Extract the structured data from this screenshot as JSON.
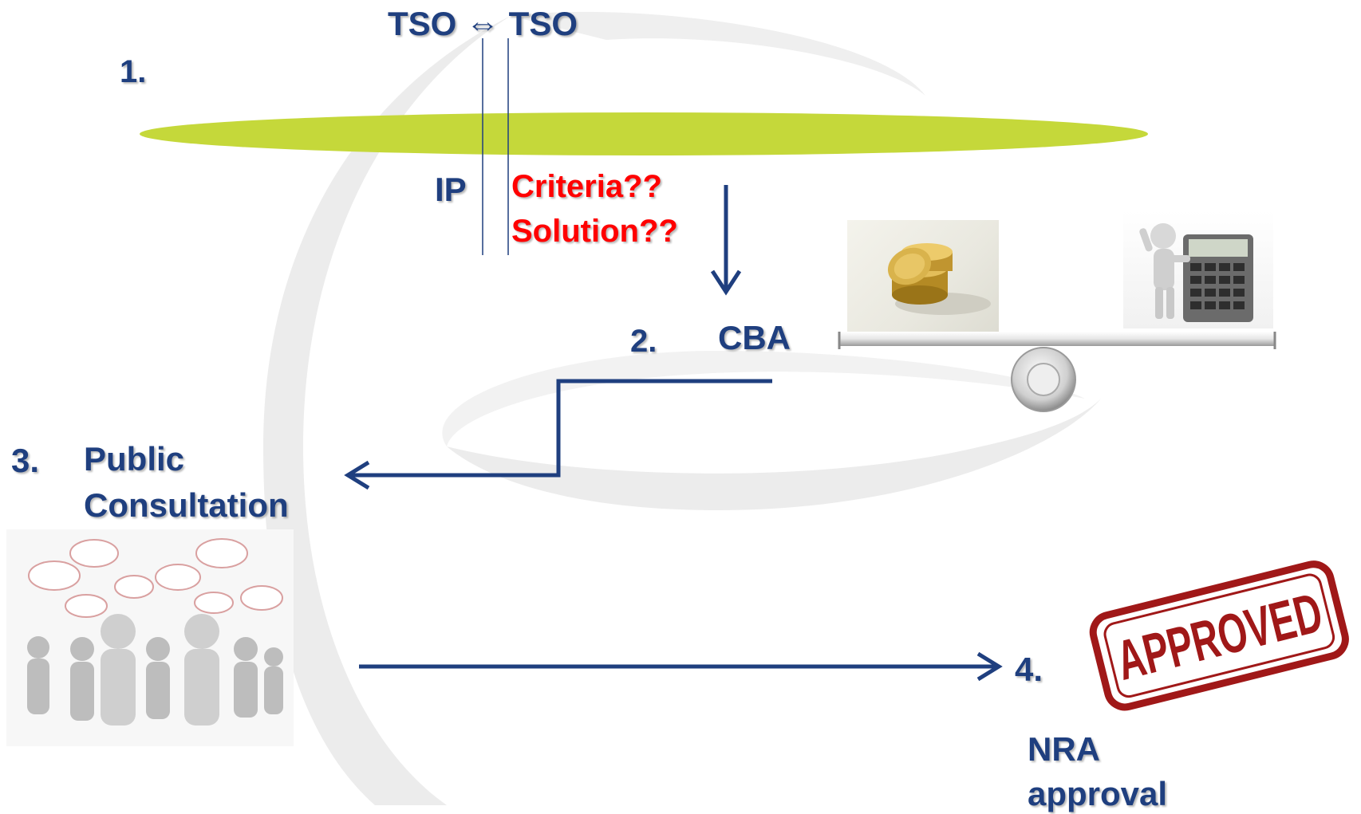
{
  "title": "TSO ⇔ TSO",
  "steps": {
    "s1": "1.",
    "s2": "2.",
    "s3": "3.",
    "s4": "4."
  },
  "labels": {
    "ip": "IP",
    "criteria": "Criteria??",
    "solution": "Solution??",
    "cba": "CBA",
    "public": "Public",
    "consultation": "Consultation",
    "nra": "NRA",
    "approval": "approval",
    "stamp": "APPROVED"
  },
  "colors": {
    "label": "#1f3f7f",
    "arrow": "#1f3f7f",
    "red": "#ff0000",
    "bar": "#c5d83a",
    "stamp": "#a01818"
  },
  "icons": [
    "coins-image",
    "calculator-person-image",
    "balance-scale",
    "crowd-speech-image",
    "approved-stamp"
  ]
}
